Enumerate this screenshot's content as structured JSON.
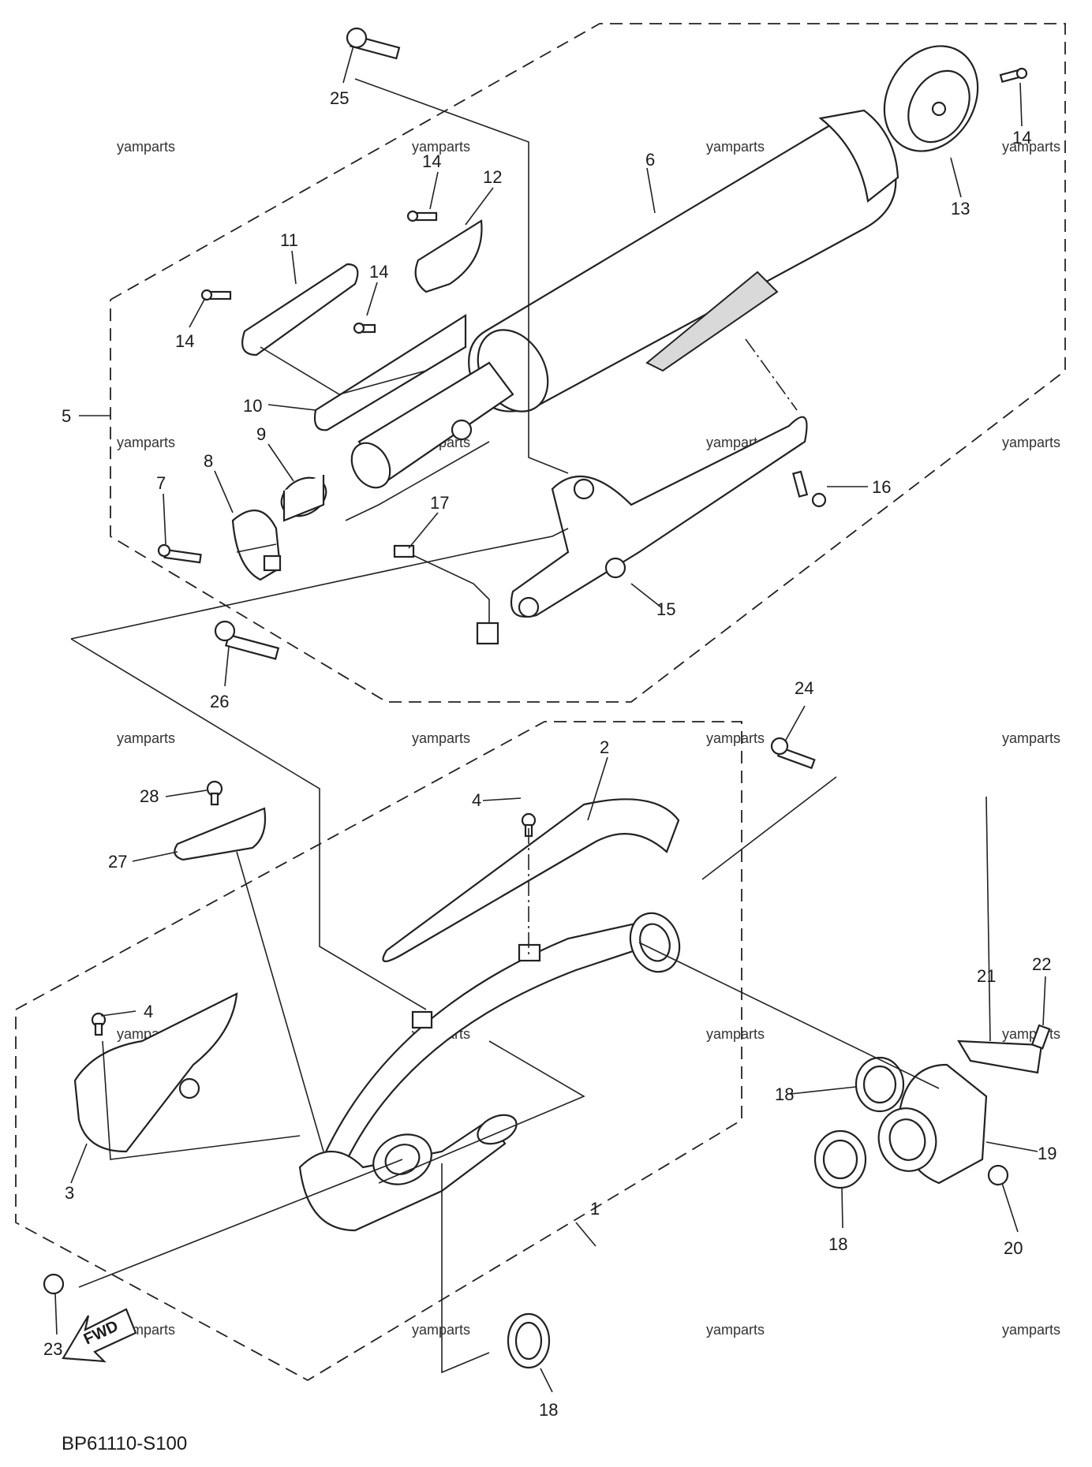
{
  "diagram": {
    "code": "BP61110-S100",
    "fwd_label": "FWD",
    "watermark": "yamparts",
    "callouts": {
      "c1": "1",
      "c2": "2",
      "c3": "3",
      "c4a": "4",
      "c4b": "4",
      "c5": "5",
      "c6": "6",
      "c7": "7",
      "c8": "8",
      "c9": "9",
      "c10": "10",
      "c11": "11",
      "c12": "12",
      "c13": "13",
      "c14a": "14",
      "c14b": "14",
      "c14c": "14",
      "c14d": "14",
      "c15": "15",
      "c16": "16",
      "c17": "17",
      "c18a": "18",
      "c18b": "18",
      "c18c": "18",
      "c19": "19",
      "c20": "20",
      "c21": "21",
      "c22": "22",
      "c23": "23",
      "c24": "24",
      "c25": "25",
      "c26": "26",
      "c27": "27",
      "c28": "28"
    }
  }
}
